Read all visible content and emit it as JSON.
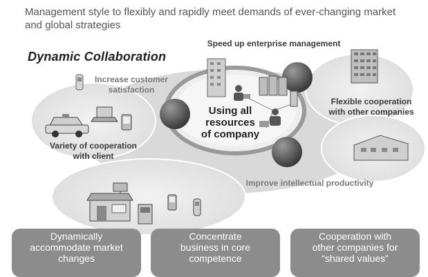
{
  "heading": "Management style to flexibly and rapidly meet demands of ever-changing market and global strategies",
  "logo": {
    "part1": "Dynam",
    "part2": "ic",
    "part3": " Collaboration"
  },
  "labels": {
    "speed_up": "Speed up enterprise management",
    "increase_customer": "Increase customer\nsatisfaction",
    "flexible_cooperation": "Flexible cooperation\nwith other companies",
    "variety_cooperation": "Variety of cooperation\nwith client",
    "improve_productivity": "Improve intellectual productivity",
    "center": "Using all\nresources\nof company"
  },
  "boxes": [
    {
      "text": "Dynamically\naccommodate market\nchanges"
    },
    {
      "text": "Concentrate\nbusiness in core\ncompetence"
    },
    {
      "text": "Cooperation with\nother companies for\n“shared values”"
    }
  ],
  "colors": {
    "box": "#8c8c8c",
    "ellipse": "#e6e6e6",
    "sphere": "#555555"
  },
  "icons": [
    "mobile-phone-icon",
    "taxi-icon",
    "laptop-icon",
    "pda-icon",
    "office-building-icon",
    "skyscraper-icon",
    "factory-icon",
    "store-icon",
    "atm-icon",
    "server-icon",
    "person-at-computer-icon"
  ]
}
